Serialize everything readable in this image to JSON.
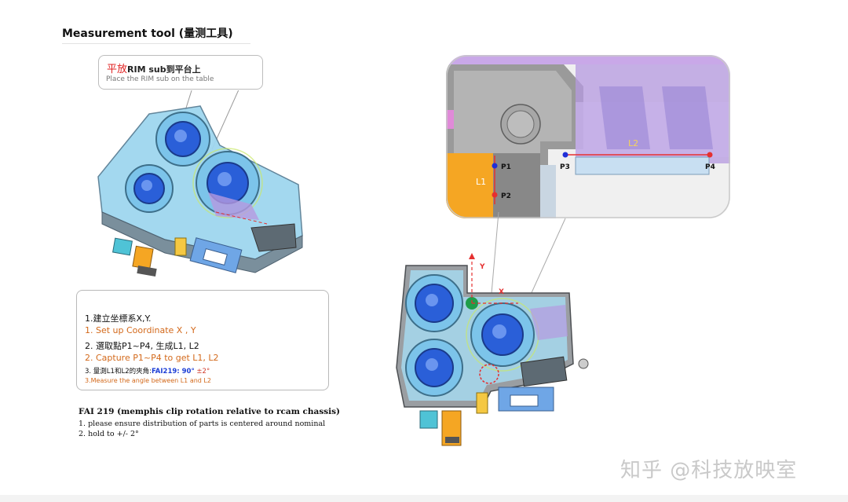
{
  "title": "Measurement tool (量测工具)",
  "callout": {
    "zh_red": "平放",
    "zh_rest": "RIM sub到平台上",
    "en": "Place the RIM sub  on the table"
  },
  "steps": {
    "s1_zh": "1.建立坐標系X,Y.",
    "s1_en": "1. Set up Coordinate  X , Y",
    "s2_zh": "2. 選取點P1~P4, 生成L1, L2",
    "s2_en": "2. Capture P1~P4 to get L1, L2",
    "s3_zh": "3. 量測L1和L2的夾角:",
    "s3_fai": "FAI219: 90°",
    "s3_tol": "  ±2°",
    "s3_en": "3.Measure the angle between L1 and L2"
  },
  "fai": {
    "heading": "FAI 219 (memphis clip rotation relative to rcam chassis)",
    "note1": "1. please ensure distribution of parts is centered around nominal",
    "note2": "2. hold to +/- 2°"
  },
  "zoom_labels": {
    "l1": "L1",
    "l2": "L2",
    "p1": "P1",
    "p2": "P2",
    "p3": "P3",
    "p4": "P4"
  },
  "axis_labels": {
    "y": "Y",
    "x": "X"
  },
  "watermark": "知乎 @科技放映室",
  "colors": {
    "callout_red": "#e02020",
    "step_orange": "#d3691b",
    "fai_blue": "#1d3fd6",
    "lens_blue": "#2a5fd8",
    "chassis_blue": "#8fd0ec",
    "measure_red": "#e53030",
    "point_blue": "#1f2fd8",
    "bracket_orange": "#f5a623",
    "purple": "#b59ae0"
  }
}
